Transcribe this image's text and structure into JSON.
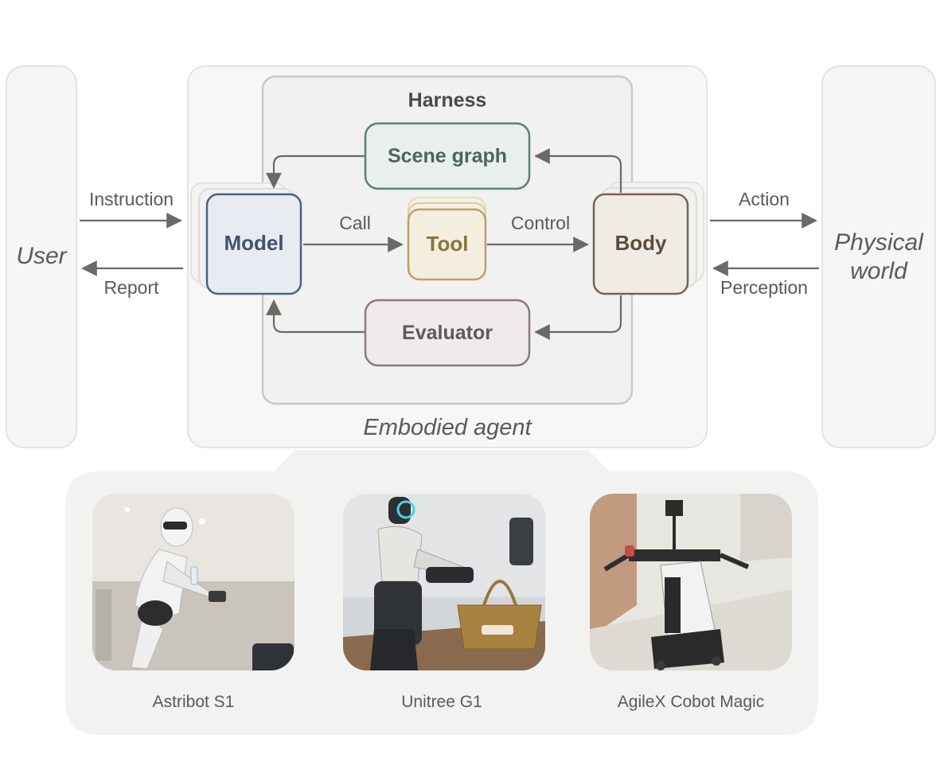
{
  "diagram": {
    "user_label": "User",
    "physical_world_line1": "Physical",
    "physical_world_line2": "world",
    "embodied_agent_label": "Embodied agent",
    "harness_label": "Harness",
    "components": {
      "scene_graph": "Scene graph",
      "model": "Model",
      "tool": "Tool",
      "body": "Body",
      "evaluator": "Evaluator"
    },
    "edges": {
      "instruction": "Instruction",
      "report": "Report",
      "call": "Call",
      "control": "Control",
      "action": "Action",
      "perception": "Perception"
    },
    "colors": {
      "model": "#4a6382",
      "scene_graph": "#5f7f78",
      "tool": "#b9a06a",
      "body": "#7a6250",
      "evaluator": "#8a7a80"
    }
  },
  "robots": [
    {
      "name": "Astribot S1"
    },
    {
      "name": "Unitree G1"
    },
    {
      "name": "AgileX Cobot Magic"
    }
  ]
}
